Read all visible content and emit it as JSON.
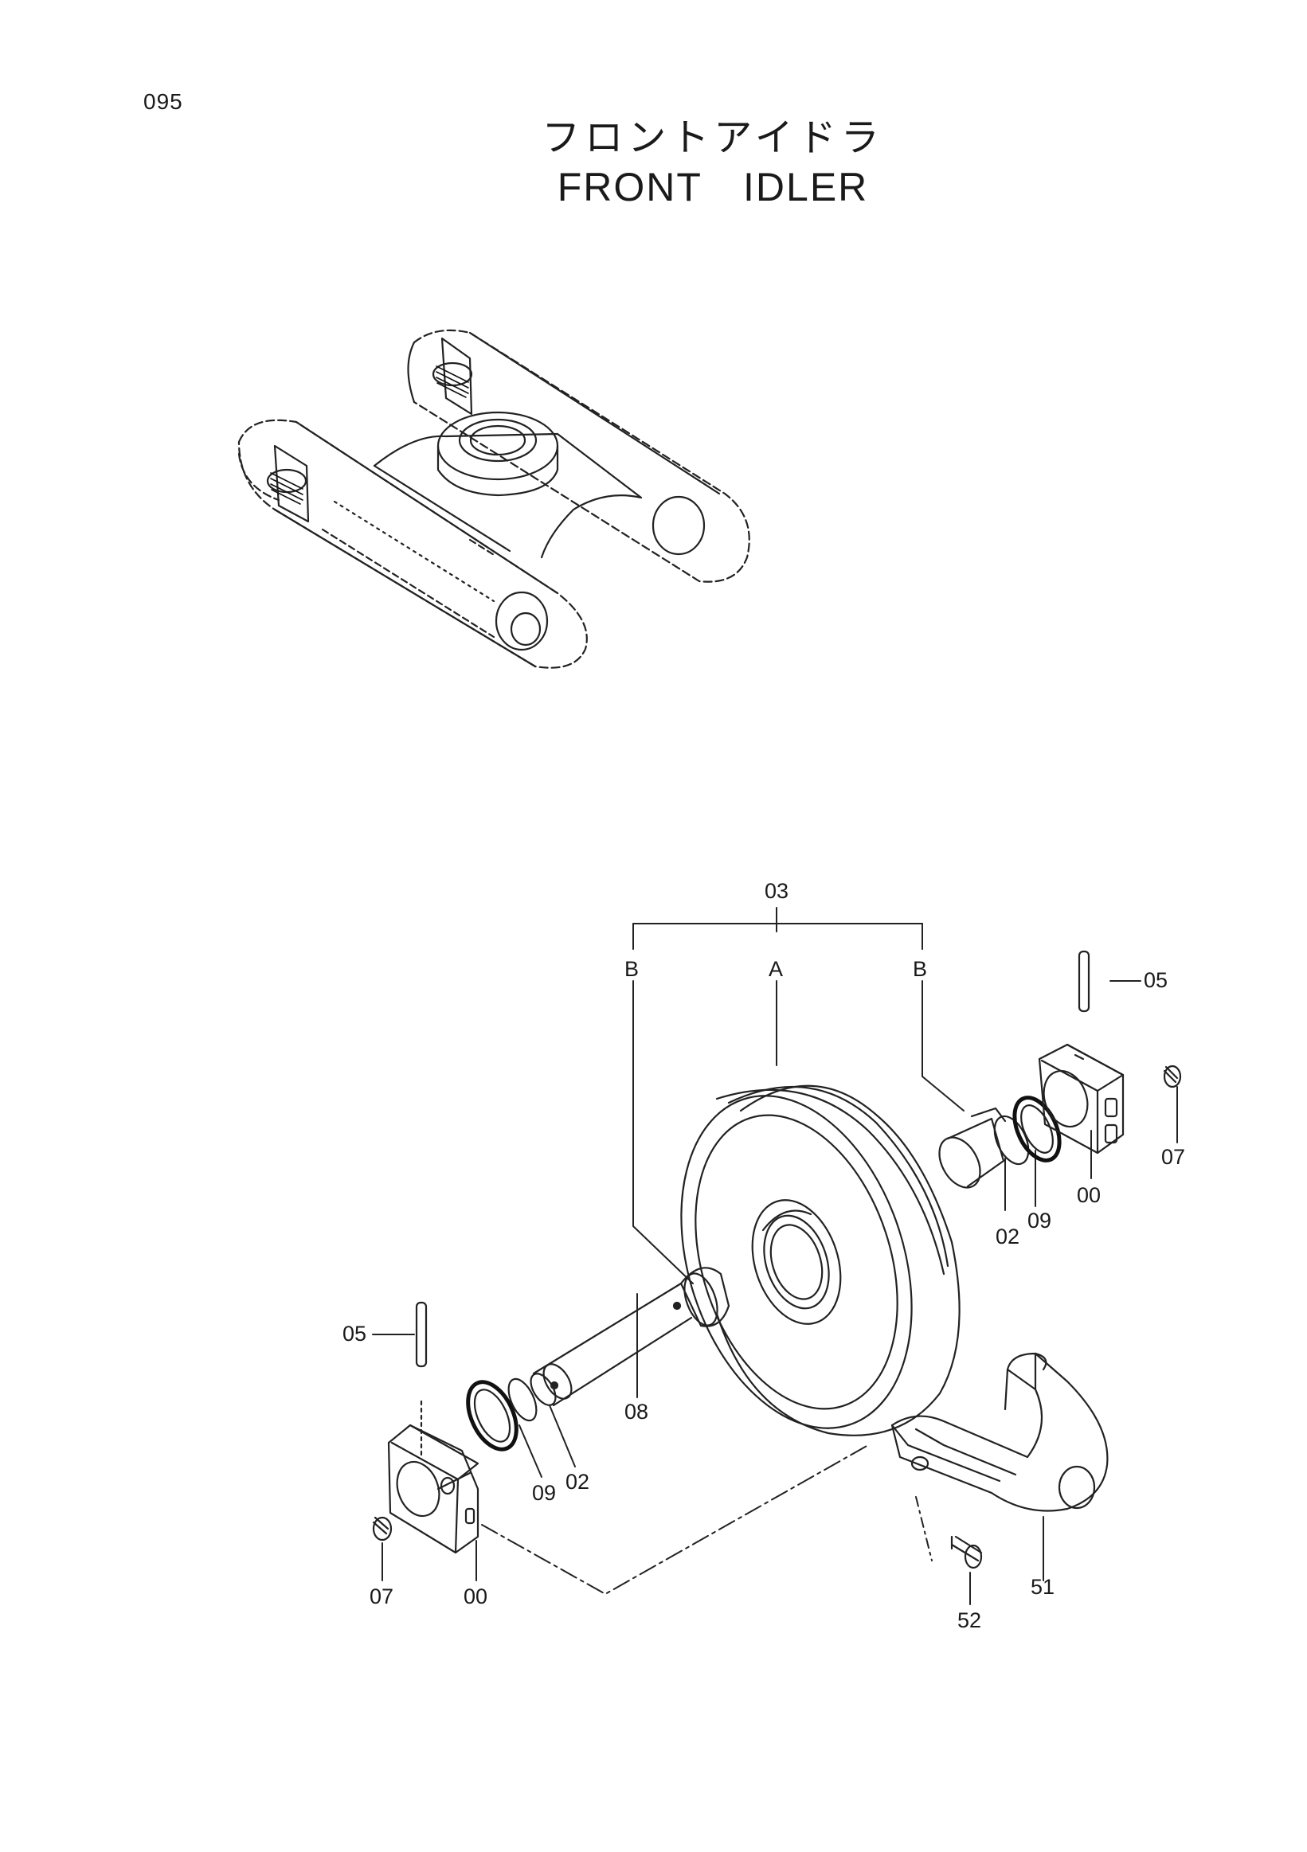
{
  "page": {
    "number": "095",
    "title_jp": "フロントアイドラ",
    "title_en": "FRONT　IDLER"
  },
  "diagram": {
    "parts": [
      {
        "id": "00",
        "label": "00"
      },
      {
        "id": "02",
        "label": "02"
      },
      {
        "id": "03",
        "label": "03"
      },
      {
        "id": "05",
        "label": "05"
      },
      {
        "id": "07",
        "label": "07"
      },
      {
        "id": "08",
        "label": "08"
      },
      {
        "id": "09",
        "label": "09"
      },
      {
        "id": "51",
        "label": "51"
      },
      {
        "id": "52",
        "label": "52"
      }
    ],
    "group_letters": {
      "a": "A",
      "b": "B"
    }
  }
}
